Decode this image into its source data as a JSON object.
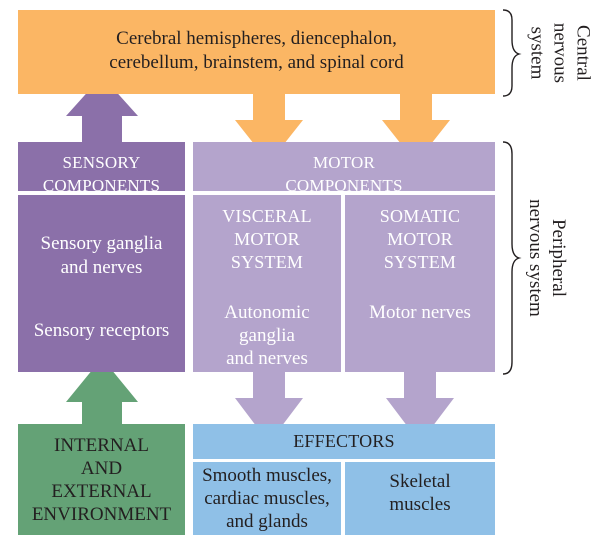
{
  "cns_box": {
    "line1": "Cerebral hemispheres, diencephalon,",
    "line2": "cerebellum, brainstem, and spinal cord"
  },
  "sensory": {
    "header_line1": "SENSORY",
    "header_line2": "COMPONENTS",
    "ganglia_line1": "Sensory ganglia",
    "ganglia_line2": "and nerves",
    "receptors": "Sensory receptors"
  },
  "motor": {
    "header_line1": "MOTOR",
    "header_line2": "COMPONENTS",
    "visceral": {
      "title_line1": "VISCERAL",
      "title_line2": "MOTOR",
      "title_line3": "SYSTEM",
      "body_line1": "Autonomic",
      "body_line2": "ganglia",
      "body_line3": "and nerves"
    },
    "somatic": {
      "title_line1": "SOMATIC",
      "title_line2": "MOTOR",
      "title_line3": "SYSTEM",
      "body": "Motor nerves"
    }
  },
  "environment": {
    "line1": "INTERNAL",
    "line2": "AND",
    "line3": "EXTERNAL",
    "line4": "ENVIRONMENT"
  },
  "effectors": {
    "header": "EFFECTORS",
    "smooth_line1": "Smooth muscles,",
    "smooth_line2": "cardiac muscles,",
    "smooth_line3": "and glands",
    "skeletal_line1": "Skeletal",
    "skeletal_line2": "muscles"
  },
  "side_labels": {
    "cns_line1": "Central",
    "cns_line2": "nervous",
    "cns_line3": "system",
    "pns_line1": "Peripheral",
    "pns_line2": "nervous system"
  },
  "colors": {
    "cns": "#fbb664",
    "sensory": "#8b70a9",
    "motor": "#b4a4cc",
    "environment": "#64a276",
    "effectors": "#8fc0e7"
  }
}
